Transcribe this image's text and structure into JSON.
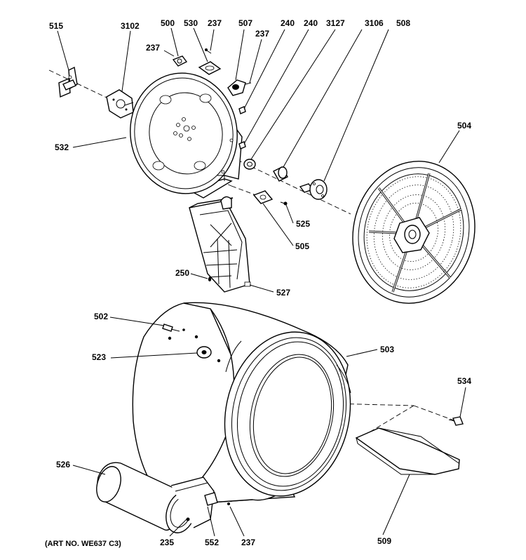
{
  "labels": {
    "l515": "515",
    "l3102": "3102",
    "l500": "500",
    "l530": "530",
    "l237a": "237",
    "l507": "507",
    "l237b": "237",
    "l240a": "240",
    "l240b": "240",
    "l3127": "3127",
    "l3106": "3106",
    "l508": "508",
    "l237c": "237",
    "l532": "532",
    "l504": "504",
    "l525": "525",
    "l505": "505",
    "l250": "250",
    "l527": "527",
    "l502": "502",
    "l503": "503",
    "l523": "523",
    "l534": "534",
    "l526": "526",
    "l509": "509",
    "l235": "235",
    "l552": "552",
    "l237d": "237"
  },
  "art_number": "(ART NO. WE637 C3)"
}
